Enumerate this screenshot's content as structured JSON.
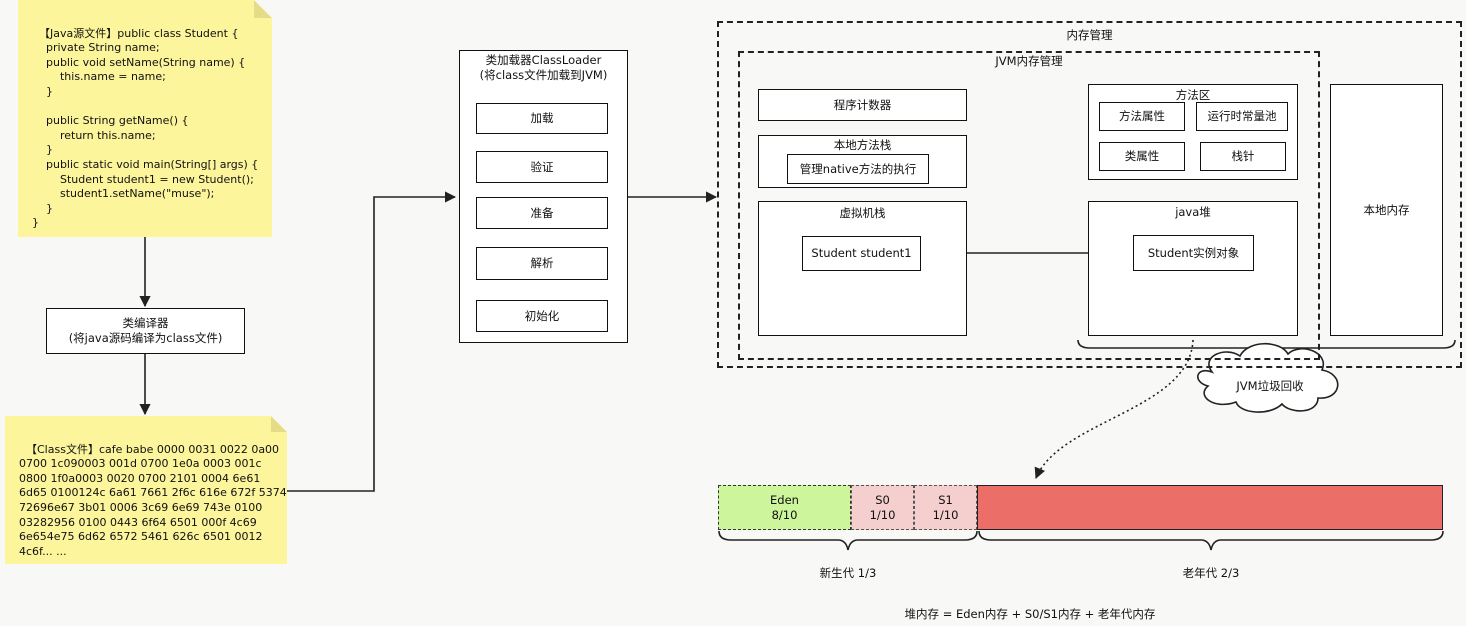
{
  "java_source": {
    "label": "【Java源文件】",
    "code": "public class Student {\n    private String name;\n    public void setName(String name) {\n        this.name = name;\n    }\n\n    public String getName() {\n        return this.name;\n    }\n    public static void main(String[] args) {\n        Student student1 = new Student();\n        student1.setName(\"muse\");\n    }\n}"
  },
  "compiler": {
    "line1": "类编译器",
    "line2": "(将java源码编译为class文件)"
  },
  "class_file": {
    "label": "【Class文件】",
    "content": "cafe babe 0000 0031 0022 0a00\n0700 1c090003 001d 0700 1e0a 0003 001c\n0800 1f0a0003 0020 0700 2101 0004 6e61\n6d65 0100124c 6a61 7661 2f6c 616e 672f 5374\n72696e67 3b01 0006 3c69 6e69 743e 0100\n03282956 0100 0443 6f64 6501 000f 4c69\n6e654e75 6d62 6572 5461 626c 6501 0012\n4c6f... ..."
  },
  "classloader": {
    "title_line1": "类加载器ClassLoader",
    "title_line2": "(将class文件加载到JVM)",
    "steps": [
      "加载",
      "验证",
      "准备",
      "解析",
      "初始化"
    ]
  },
  "memory": {
    "outer_title": "内存管理",
    "jvm_title": "JVM内存管理",
    "pc_counter": "程序计数器",
    "native_stack": {
      "title": "本地方法栈",
      "inner": "管理native方法的执行"
    },
    "vm_stack": {
      "title": "虚拟机栈",
      "inner": "Student student1"
    },
    "method_area": {
      "title": "方法区",
      "cells": [
        "方法属性",
        "运行时常量池",
        "类属性",
        "栈针"
      ]
    },
    "heap": {
      "title": "java堆",
      "inner": "Student实例对象"
    },
    "native_memory": "本地内存",
    "gc": "JVM垃圾回收"
  },
  "heap_layout": {
    "eden": {
      "name": "Eden",
      "ratio": "8/10"
    },
    "s0": {
      "name": "S0",
      "ratio": "1/10"
    },
    "s1": {
      "name": "S1",
      "ratio": "1/10"
    },
    "young_label": "新生代 1/3",
    "old_label": "老年代 2/3",
    "formula": "堆内存 = Eden内存 + S0/S1内存 + 老年代内存",
    "colors": {
      "eden": "#cdf59b",
      "survivor": "#f5cece",
      "old": "#ec6e69"
    }
  }
}
